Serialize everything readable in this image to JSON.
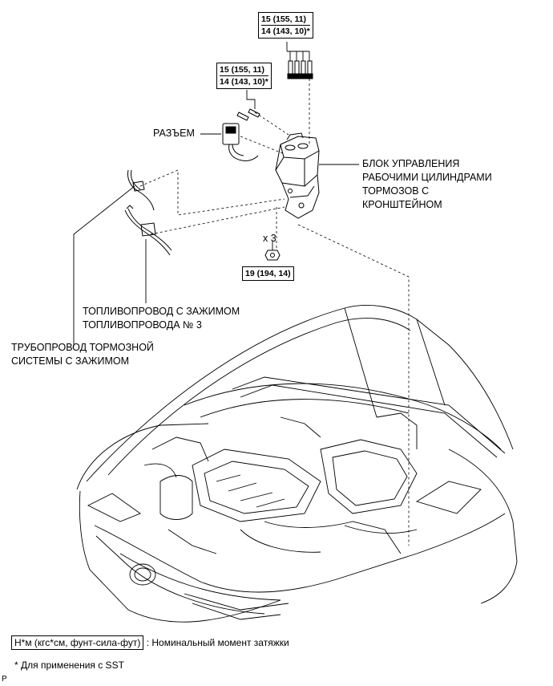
{
  "torque_specs": {
    "bolts_top": {
      "line1": "15 (155, 11)",
      "line2": "14 (143, 10)*"
    },
    "bolts_left": {
      "line1": "15 (155, 11)",
      "line2": "14 (143, 10)*"
    },
    "nut": {
      "line1": "19 (194, 14)"
    }
  },
  "labels": {
    "connector": "РАЗЪЕМ",
    "actuator_line1": "БЛОК УПРАВЛЕНИЯ",
    "actuator_line2": "РАБОЧИМИ ЦИЛИНДРАМИ",
    "actuator_line3": "ТОРМОЗОВ С",
    "actuator_line4": "КРОНШТЕЙНОМ",
    "quantity": "x 3",
    "fuel_line1": "ТОПЛИВОПРОВОД С ЗАЖИМОМ",
    "fuel_line2": "ТОПЛИВОПРОВОДА № 3",
    "brake_line1": "ТРУБОПРОВОД ТОРМОЗНОЙ",
    "brake_line2": "СИСТЕМЫ С ЗАЖИМОМ"
  },
  "legend": {
    "unit_box": "Н*м (кгс*см, фунт-сила-фут)",
    "unit_desc": ": Номинальный момент затяжки",
    "sst_note": "* Для применения с SST",
    "corner_mark": "P"
  }
}
